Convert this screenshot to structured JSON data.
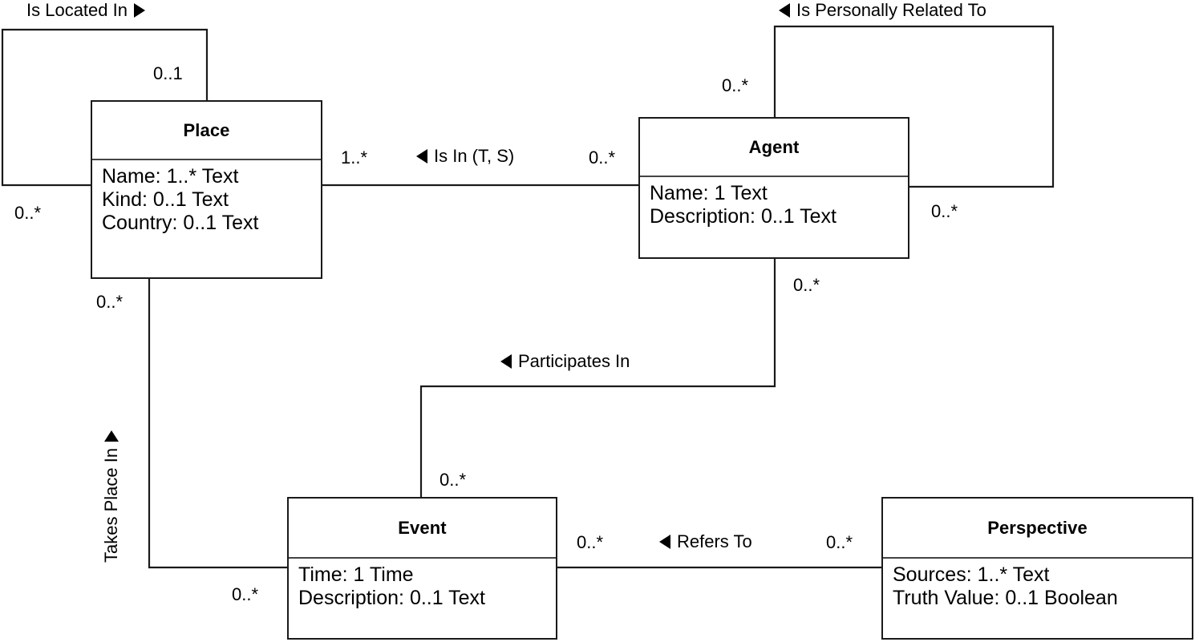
{
  "diagram": {
    "title": "Place / Agent / Event / Perspective entity relationship diagram",
    "type": "uml-class-diagram",
    "stroke_color": "#1a1a1a",
    "background_color": "#ffffff"
  },
  "entities": [
    {
      "id": "place",
      "name": "Place",
      "attributes": [
        "Name: 1..* Text",
        "Kind: 0..1 Text",
        "Country: 0..1 Text"
      ]
    },
    {
      "id": "agent",
      "name": "Agent",
      "attributes": [
        "Name: 1 Text",
        "Description: 0..1 Text"
      ]
    },
    {
      "id": "event",
      "name": "Event",
      "attributes": [
        "Time: 1 Time",
        "Description: 0..1 Text"
      ]
    },
    {
      "id": "perspective",
      "name": "Perspective",
      "attributes": [
        "Sources: 1..* Text",
        "Truth Value: 0..1 Boolean"
      ]
    }
  ],
  "relationships": [
    {
      "id": "is-located-in",
      "label": "Is Located In",
      "direction": "right",
      "from": "place",
      "to": "place",
      "source_multiplicity": "0..1",
      "target_multiplicity": "0..*"
    },
    {
      "id": "is-personally-related-to",
      "label": "Is Personally Related To",
      "direction": "left",
      "from": "agent",
      "to": "agent",
      "source_multiplicity": "0..*",
      "target_multiplicity": "0..*"
    },
    {
      "id": "is-in",
      "label": "Is In (T, S)",
      "direction": "left",
      "from": "agent",
      "to": "place",
      "source_multiplicity": "0..*",
      "target_multiplicity": "1..*"
    },
    {
      "id": "participates-in",
      "label": "Participates In",
      "direction": "left",
      "from": "agent",
      "to": "event",
      "source_multiplicity": "0..*",
      "target_multiplicity": "0..*"
    },
    {
      "id": "takes-place-in",
      "label": "Takes Place In",
      "direction": "up",
      "from": "event",
      "to": "place",
      "source_multiplicity": "0..*",
      "target_multiplicity": "0..*"
    },
    {
      "id": "refers-to",
      "label": "Refers To",
      "direction": "left",
      "from": "perspective",
      "to": "event",
      "source_multiplicity": "0..*",
      "target_multiplicity": "0..*"
    }
  ],
  "multiplicity_labels": {
    "place_loop_top": "0..1",
    "place_loop_left": "0..*",
    "place_is_in": "1..*",
    "agent_is_in": "0..*",
    "agent_loop_top": "0..*",
    "agent_loop_right": "0..*",
    "agent_participates": "0..*",
    "event_participates": "0..*",
    "place_takes_place": "0..*",
    "event_takes_place": "0..*",
    "event_refers_to": "0..*",
    "perspective_refers_to": "0..*"
  }
}
